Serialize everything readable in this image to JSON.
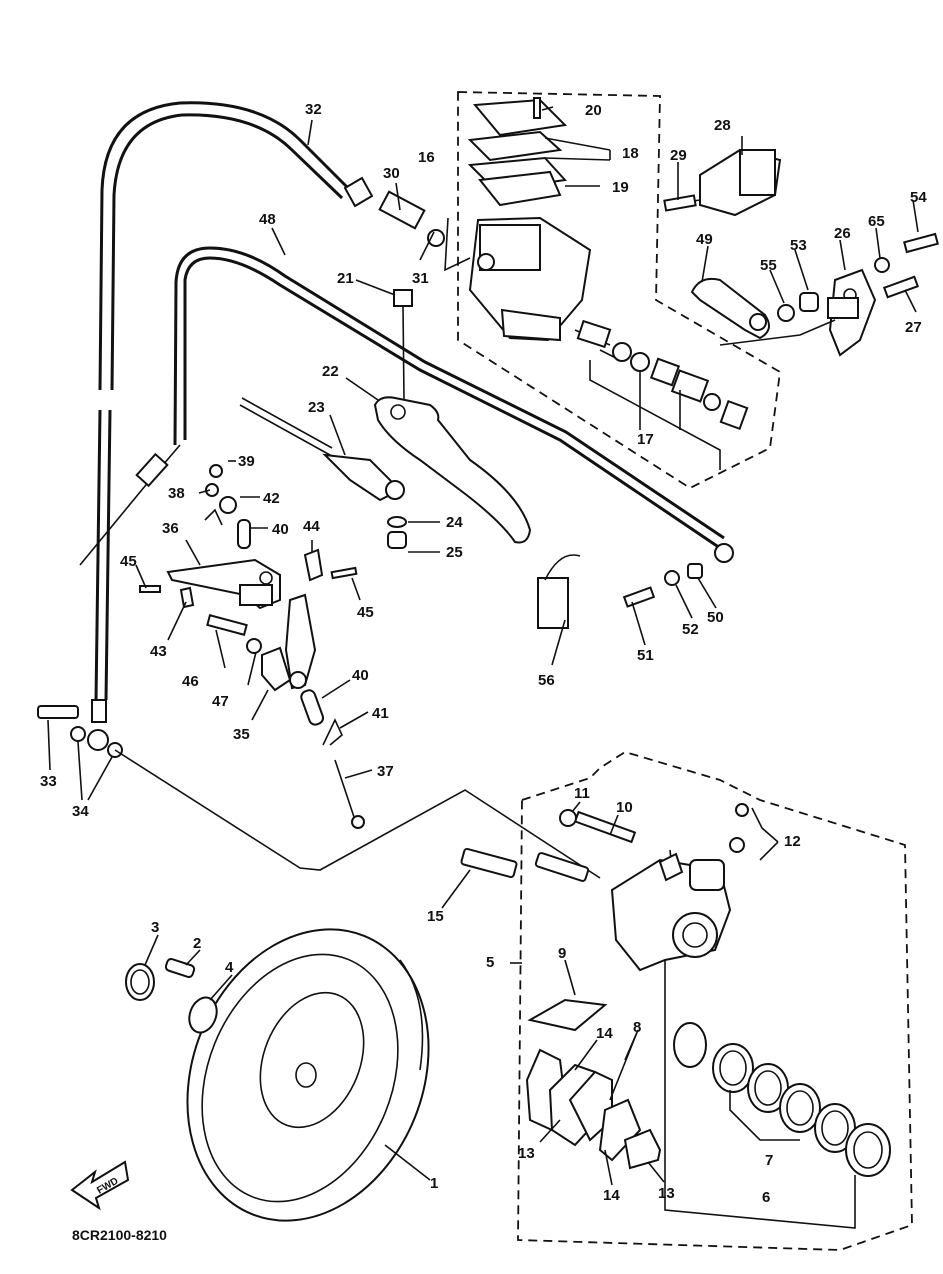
{
  "diagram": {
    "code": "8CR2100-8210",
    "fwd_label": "FWD",
    "labels": {
      "p1": "1",
      "p2": "2",
      "p3": "3",
      "p4": "4",
      "p5": "5",
      "p6": "6",
      "p7": "7",
      "p8": "8",
      "p9": "9",
      "p10": "10",
      "p11": "11",
      "p12": "12",
      "p13a": "13",
      "p13b": "13",
      "p14a": "14",
      "p14b": "14",
      "p15": "15",
      "p16": "16",
      "p17": "17",
      "p18": "18",
      "p19": "19",
      "p20": "20",
      "p21": "21",
      "p22": "22",
      "p23": "23",
      "p24": "24",
      "p25": "25",
      "p26": "26",
      "p27": "27",
      "p28": "28",
      "p29": "29",
      "p30": "30",
      "p31": "31",
      "p32": "32",
      "p33": "33",
      "p34": "34",
      "p35": "35",
      "p36": "36",
      "p37": "37",
      "p38": "38",
      "p39": "39",
      "p40a": "40",
      "p40b": "40",
      "p41": "41",
      "p42": "42",
      "p43": "43",
      "p44": "44",
      "p45a": "45",
      "p45b": "45",
      "p46": "46",
      "p47": "47",
      "p48": "48",
      "p49": "49",
      "p50": "50",
      "p51": "51",
      "p52": "52",
      "p53": "53",
      "p54": "54",
      "p55": "55",
      "p56": "56",
      "p65": "65"
    }
  }
}
